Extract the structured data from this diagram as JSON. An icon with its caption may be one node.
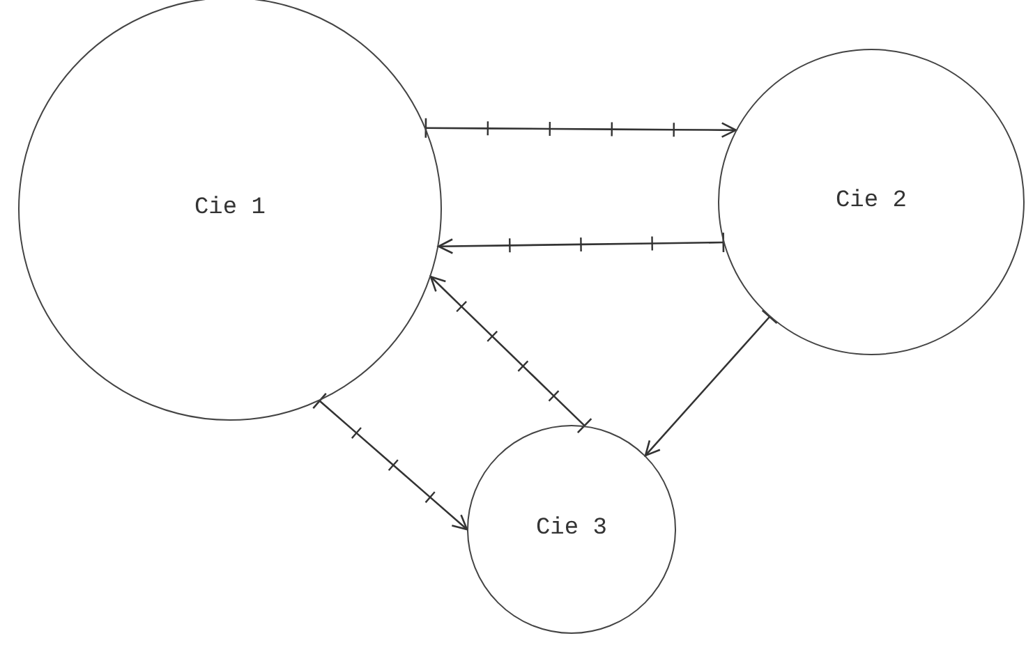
{
  "diagram": {
    "nodes": [
      {
        "text": [
          "Cie 1"
        ]
      },
      {
        "text": [
          "Cie 2"
        ]
      },
      {
        "text": [
          "Cie 3"
        ]
      }
    ],
    "edges": [
      {
        "from": 0,
        "to": 1,
        "arrow": "to"
      },
      {
        "from": 1,
        "to": 0,
        "arrow": "to"
      },
      {
        "from": 2,
        "to": 0,
        "arrow": "to"
      },
      {
        "from": 0,
        "to": 2,
        "arrow": "to"
      },
      {
        "from": 1,
        "to": 2,
        "arrow": "to"
      }
    ]
  }
}
